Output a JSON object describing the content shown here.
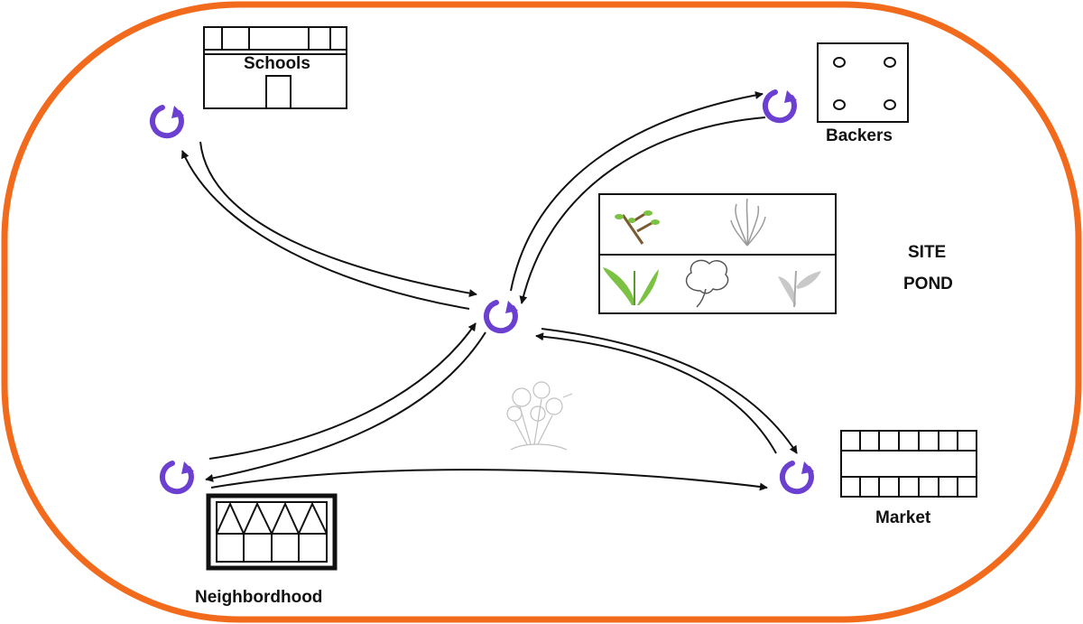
{
  "colors": {
    "border": "#F26B1D",
    "cycle_icon": "#6B3FD0",
    "stroke": "#111111",
    "leaf_green": "#7CC242",
    "sketch_gray": "#9A9A9A"
  },
  "labels": {
    "schools": "Schools",
    "backers": "Backers",
    "market": "Market",
    "neighborhood": "Neighbordhood",
    "site": "SITE",
    "pond": "POND"
  },
  "icons": [
    "cycle-icon",
    "school-building-icon",
    "backers-dice-icon",
    "market-stalls-icon",
    "neighborhood-houses-icon",
    "plant-panel-icon",
    "flower-sketch-icon"
  ]
}
